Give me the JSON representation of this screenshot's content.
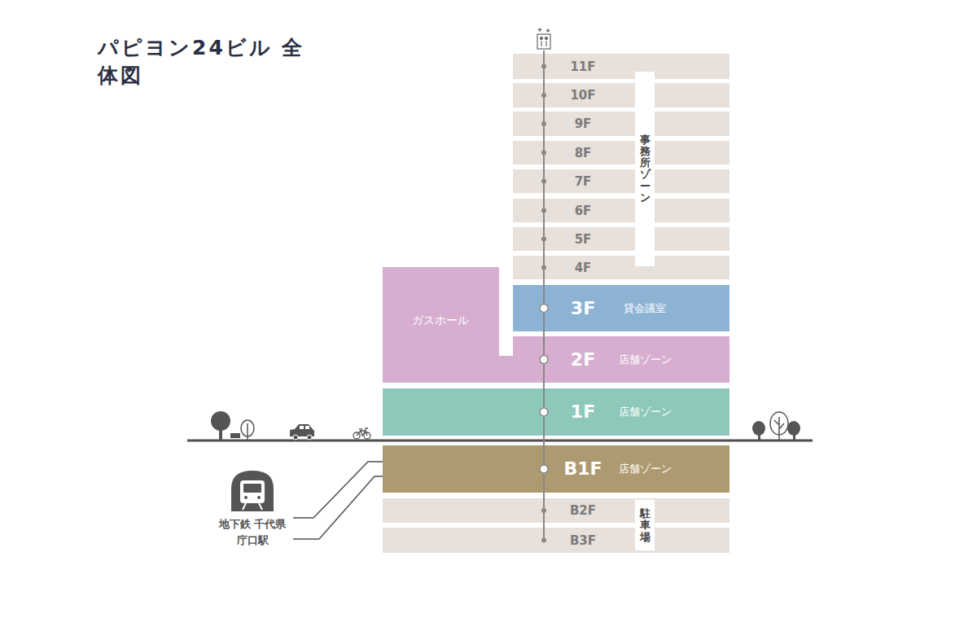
{
  "diagram": {
    "title": "パピヨン24ビル 全体図",
    "nodes": [
      {
        "text": [
          "11F"
        ]
      },
      {
        "text": [
          "10F"
        ]
      },
      {
        "text": [
          "9F"
        ]
      },
      {
        "text": [
          "8F"
        ]
      },
      {
        "text": [
          "7F"
        ]
      },
      {
        "text": [
          "6F"
        ]
      },
      {
        "text": [
          "5F"
        ]
      },
      {
        "text": [
          "4F"
        ]
      },
      {
        "text": [
          "事務所ゾーン"
        ]
      },
      {
        "text": [
          "ガスホール"
        ]
      },
      {
        "text": [
          "3F",
          "貸会議室"
        ]
      },
      {
        "text": [
          "2F",
          "店舗ゾーン"
        ]
      },
      {
        "text": [
          "1F",
          "店舗ゾーン"
        ]
      },
      {
        "text": [
          "B1F",
          "店舗ゾーン"
        ]
      },
      {
        "text": [
          "B2F"
        ]
      },
      {
        "text": [
          "B3F"
        ]
      },
      {
        "text": [
          "駐車場"
        ]
      },
      {
        "text": [
          "地下鉄 千代県庁口駅"
        ]
      }
    ],
    "edges": [
      {
        "from": 17,
        "to": 13,
        "arrow": "none"
      }
    ]
  }
}
